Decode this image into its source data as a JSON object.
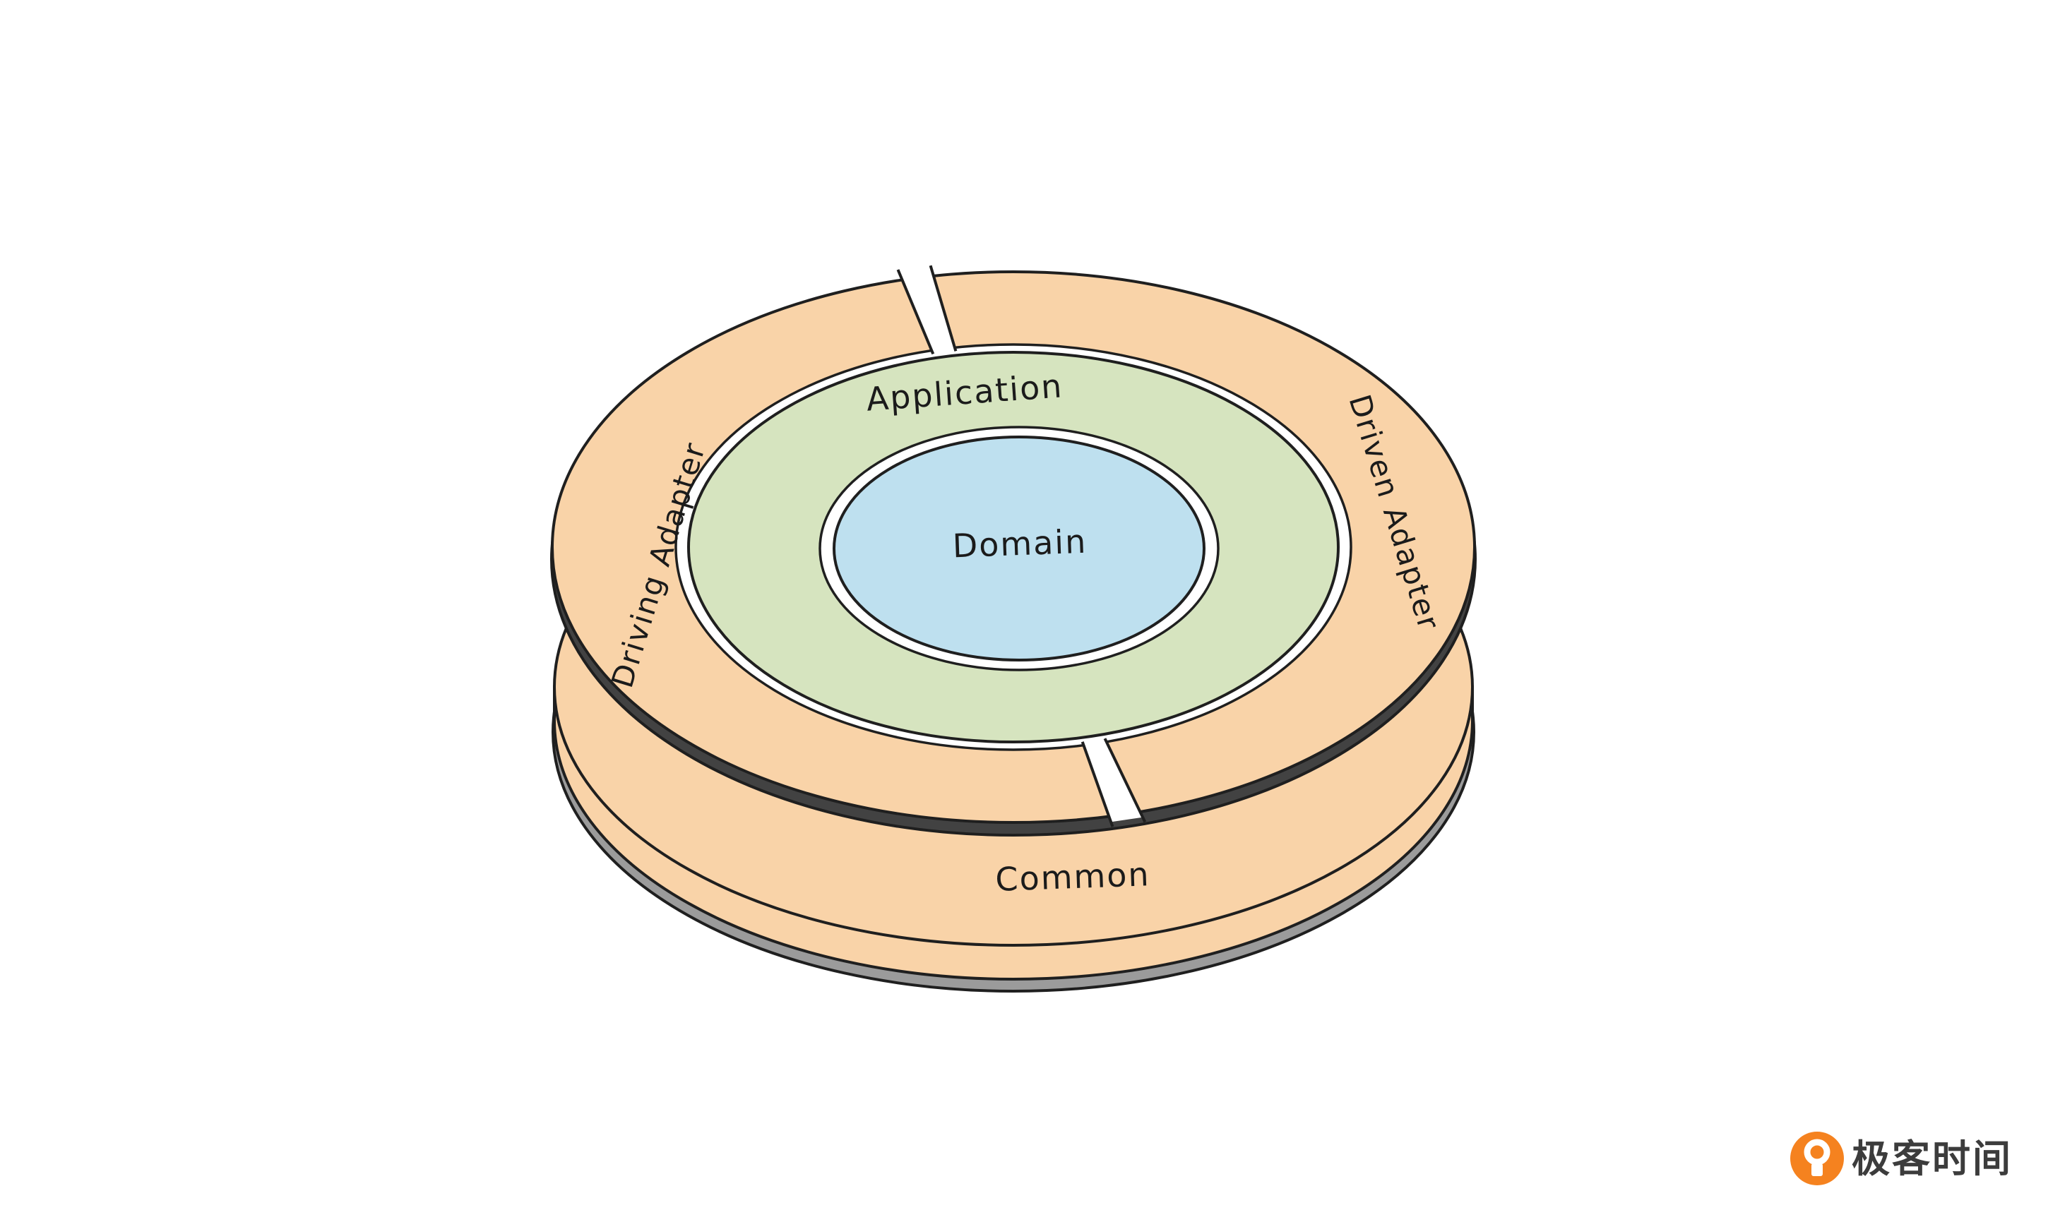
{
  "diagram": {
    "layers": {
      "outer_left": "Driving Adapter",
      "outer_right": "Driven Adapter",
      "middle": "Application",
      "center": "Domain",
      "base": "Common"
    },
    "colors": {
      "ring": "#F9D3A8",
      "application": "#D6E4BF",
      "domain": "#BEE0EF",
      "gap": "#FFFFFF",
      "outline": "#1f1f1f",
      "rim": "#424242",
      "base_shadow": "#9B9B9B",
      "background": "#FFFFFF"
    }
  },
  "branding": {
    "logo_text": "极客时间",
    "logo_color": "#F5821F",
    "logo_bulb_color": "#FFFFFF"
  }
}
